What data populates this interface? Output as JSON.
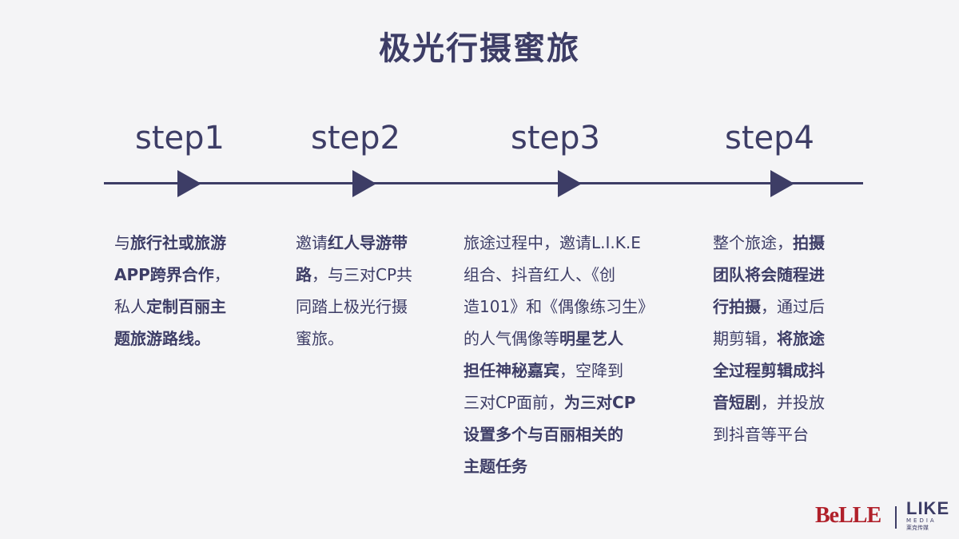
{
  "title": "极光行摄蜜旅",
  "steps": [
    {
      "label": "step1",
      "lines": [
        [
          {
            "t": "与",
            "b": false
          },
          {
            "t": "旅行社或旅游",
            "b": true
          }
        ],
        [
          {
            "t": "APP跨界合作",
            "b": true
          },
          {
            "t": "，",
            "b": false
          }
        ],
        [
          {
            "t": "私人",
            "b": false
          },
          {
            "t": "定制百丽主",
            "b": true
          }
        ],
        [
          {
            "t": "题旅游路线。",
            "b": true
          }
        ]
      ]
    },
    {
      "label": "step2",
      "lines": [
        [
          {
            "t": "邀请",
            "b": false
          },
          {
            "t": "红人导游带",
            "b": true
          }
        ],
        [
          {
            "t": "路",
            "b": true
          },
          {
            "t": "，与三对CP共",
            "b": false
          }
        ],
        [
          {
            "t": "同踏上极光行摄",
            "b": false
          }
        ],
        [
          {
            "t": "蜜旅。",
            "b": false
          }
        ]
      ]
    },
    {
      "label": "step3",
      "lines": [
        [
          {
            "t": "旅途过程中，邀请L.I.K.E",
            "b": false
          }
        ],
        [
          {
            "t": "组合、抖音红人、《创",
            "b": false
          }
        ],
        [
          {
            "t": "造101》和《偶像练习生》",
            "b": false
          }
        ],
        [
          {
            "t": "的人气偶像等",
            "b": false
          },
          {
            "t": "明星艺人",
            "b": true
          }
        ],
        [
          {
            "t": "担任神秘嘉宾",
            "b": true
          },
          {
            "t": "，空降到",
            "b": false
          }
        ],
        [
          {
            "t": "三对CP面前，",
            "b": false
          },
          {
            "t": "为三对CP",
            "b": true
          }
        ],
        [
          {
            "t": "设置多个与百丽相关的",
            "b": true
          }
        ],
        [
          {
            "t": "主题任务",
            "b": true
          }
        ]
      ]
    },
    {
      "label": "step4",
      "lines": [
        [
          {
            "t": "整个旅途，",
            "b": false
          },
          {
            "t": "拍摄",
            "b": true
          }
        ],
        [
          {
            "t": "团队将会随程进",
            "b": true
          }
        ],
        [
          {
            "t": "行拍摄",
            "b": true
          },
          {
            "t": "，通过后",
            "b": false
          }
        ],
        [
          {
            "t": "期剪辑，",
            "b": false
          },
          {
            "t": "将旅途",
            "b": true
          }
        ],
        [
          {
            "t": "全过程剪辑成抖",
            "b": true
          }
        ],
        [
          {
            "t": "音短剧",
            "b": true
          },
          {
            "t": "，并投放",
            "b": false
          }
        ],
        [
          {
            "t": "到抖音等平台",
            "b": false
          }
        ]
      ]
    }
  ],
  "logos": {
    "belle": "BeLLE",
    "like": "LIKE",
    "like_sub": "MEDIA",
    "like_sub2": "莱克传媒"
  },
  "colors": {
    "primary": "#3d3d66",
    "background": "#f4f4f6",
    "belle_red": "#b0202a"
  }
}
